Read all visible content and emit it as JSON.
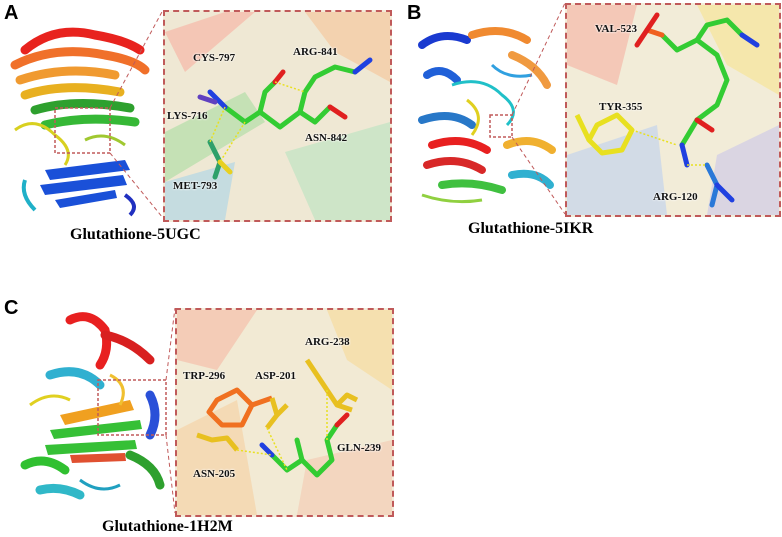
{
  "panels": [
    {
      "letter": "A",
      "caption": "Glutathione-5UGC",
      "residues": [
        "CYS-797",
        "ARG-841",
        "LYS-716",
        "ASN-842",
        "MET-793"
      ]
    },
    {
      "letter": "B",
      "caption": "Glutathione-5IKR",
      "residues": [
        "VAL-523",
        "TYR-355",
        "ARG-120"
      ]
    },
    {
      "letter": "C",
      "caption": "Glutathione-1H2M",
      "residues": [
        "ARG-238",
        "TRP-296",
        "ASP-201",
        "GLN-239",
        "ASN-205"
      ]
    }
  ],
  "colors": {
    "guide_dash": "#c05a5a",
    "ligand_carbon": "#33cc33",
    "oxygen": "#e02020",
    "nitrogen": "#2040e0",
    "residue_yellow": "#e0d020",
    "hbond": "#e8e020"
  }
}
